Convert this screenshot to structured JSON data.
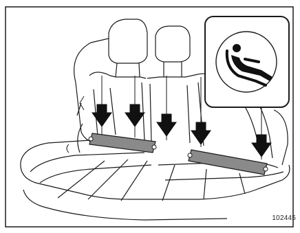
{
  "figure": {
    "code": "102445",
    "subject": "rear-seat-lower-anchor-locations",
    "icon": "child-seat-anchor-icon",
    "anchor_count": 5,
    "colors": {
      "line": "#1a1a1a",
      "plate_fill": "#8a8a8a",
      "arrow_fill": "#111111",
      "background": "#ffffff"
    }
  }
}
